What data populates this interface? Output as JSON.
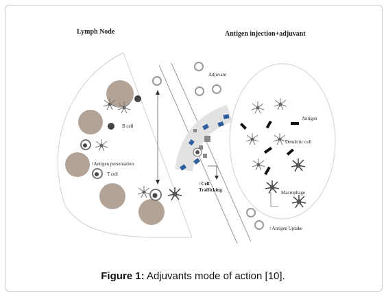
{
  "diagram": {
    "lymph_node_title": "Lymph Node",
    "injection_title": "Antigen injection+adjuvant",
    "b_cell": "B cell",
    "t_cell": "T cell",
    "antigen_presentation": "↑Antigen presentation",
    "adjuvant": "Adjuvant",
    "antigen": "Antigen",
    "dendritic_cell": "Dendritic cell",
    "macrophage": "Macrophage",
    "antigen_uptake": "↑Antigen Uptake",
    "cell_trafficking_line1": "↑Cell",
    "cell_trafficking_line2": "Trafficking"
  },
  "caption": {
    "label": "Figure 1:",
    "text": " Adjuvants mode of action [10]."
  },
  "colors": {
    "follicle": "#b3a296",
    "vessel": "#e2e2e2",
    "antigen_square": "#2f5f9f",
    "dark_cell": "#444444"
  }
}
